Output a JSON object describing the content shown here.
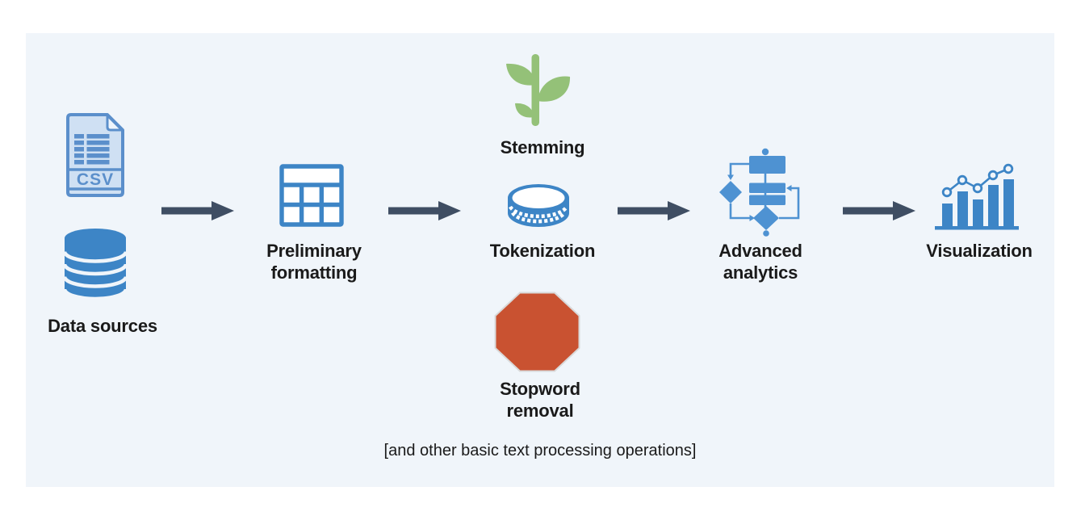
{
  "diagram": {
    "caption": "[and other basic text processing operations]",
    "csv_badge": "CSV",
    "nodes": {
      "data_sources": {
        "label": "Data sources"
      },
      "preliminary_formatting": {
        "label": "Preliminary formatting"
      },
      "stemming": {
        "label": "Stemming"
      },
      "tokenization": {
        "label": "Tokenization"
      },
      "stopword_removal": {
        "label": "Stopword removal"
      },
      "advanced_analytics": {
        "label": "Advanced analytics"
      },
      "visualization": {
        "label": "Visualization"
      }
    },
    "icons": {
      "data_sources": [
        "csv-file-icon",
        "database-icon"
      ],
      "preliminary_formatting": "table-icon",
      "stemming": "plant-stem-icon",
      "tokenization": "coin-icon",
      "stopword_removal": "stop-sign-icon",
      "advanced_analytics": "flowchart-icon",
      "visualization": "bar-chart-icon",
      "connectors": [
        "arrow-right-icon",
        "arrow-right-icon",
        "arrow-right-icon",
        "arrow-right-icon"
      ]
    }
  },
  "colors": {
    "page_bg": "#ffffff",
    "panel_bg": "#f0f5fa",
    "text": "#1a1a1a",
    "arrow": "#3f4e63",
    "blue": "#3d85c6",
    "flow_blue": "#4e92d2",
    "blue_stroke": "#5b8fcb",
    "blue_light_fill": "#cfe0f3",
    "green": "#94c178",
    "red": "#c95231",
    "octagon_border": "#d9d9d9"
  }
}
